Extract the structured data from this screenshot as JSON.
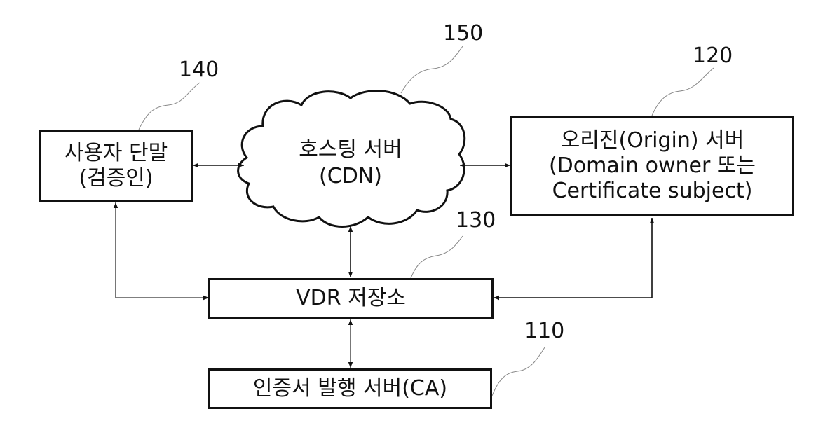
{
  "diagram": {
    "nodes": {
      "user_terminal": {
        "ref": "140",
        "lines": [
          "사용자 단말",
          "(검증인)"
        ]
      },
      "hosting_server": {
        "ref": "150",
        "lines": [
          "호스팅 서버",
          "(CDN)"
        ],
        "shape": "cloud"
      },
      "origin_server": {
        "ref": "120",
        "lines": [
          "오리진(Origin) 서버",
          "(Domain owner 또는",
          "Certificate subject)"
        ]
      },
      "vdr_storage": {
        "ref": "130",
        "lines": [
          "VDR 저장소"
        ]
      },
      "ca_server": {
        "ref": "110",
        "lines": [
          "인증서 발행 서버(CA)"
        ]
      }
    },
    "edges": [
      {
        "from": "user_terminal",
        "to": "hosting_server",
        "direction": "both"
      },
      {
        "from": "hosting_server",
        "to": "origin_server",
        "direction": "both"
      },
      {
        "from": "hosting_server",
        "to": "vdr_storage",
        "direction": "both"
      },
      {
        "from": "user_terminal",
        "to": "vdr_storage",
        "direction": "both"
      },
      {
        "from": "origin_server",
        "to": "vdr_storage",
        "direction": "both"
      },
      {
        "from": "vdr_storage",
        "to": "ca_server",
        "direction": "both"
      }
    ]
  }
}
